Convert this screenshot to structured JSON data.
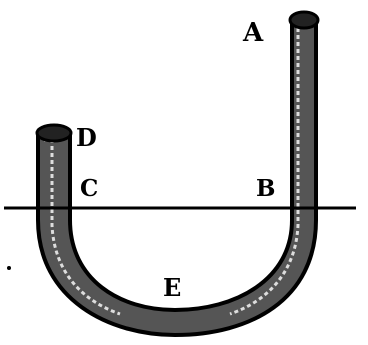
{
  "diagram": {
    "labels": {
      "a": "A",
      "b": "B",
      "c": "C",
      "d": "D",
      "e": "E"
    }
  }
}
